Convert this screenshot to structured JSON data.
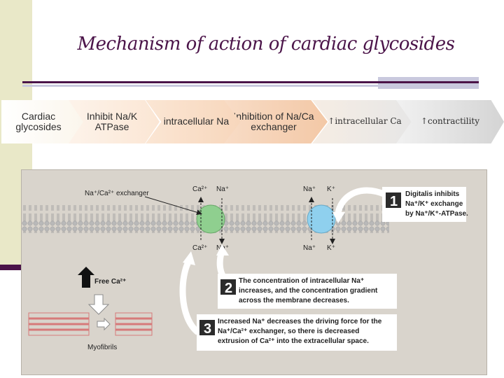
{
  "slide": {
    "title": "Mechanism of action of cardiac glycosides"
  },
  "flow": [
    {
      "label": "Cardiac glycosides"
    },
    {
      "label": "Inhibit Na/K ATPase"
    },
    {
      "label": "↑ intracellular Na"
    },
    {
      "label": "Inhibition of Na/Ca exchanger"
    },
    {
      "label": "↑intracellular Ca"
    },
    {
      "label": "↑contractility"
    }
  ],
  "figure": {
    "exchanger_label": "Na⁺/Ca²⁺ exchanger",
    "top_ions": {
      "ca": "Ca²⁺",
      "na1": "Na⁺",
      "na2": "Na⁺",
      "k": "K⁺"
    },
    "bottom_ions": {
      "ca": "Ca²⁺",
      "na1": "Na⁺",
      "na2": "Na⁺",
      "k": "K⁺"
    },
    "free_ca": "Free Ca²⁺",
    "myofibrils": "Myofibrils",
    "steps": [
      {
        "number": "1",
        "lines": [
          "Digitalis inhibits",
          "Na⁺/K⁺ exchange",
          "by Na⁺/K⁺-ATPase."
        ]
      },
      {
        "number": "2",
        "lines": [
          "The concentration of intracellular Na⁺",
          "increases, and the concentration gradient",
          "across the membrane decreases."
        ]
      },
      {
        "number": "3",
        "lines": [
          "Increased Na⁺ decreases the driving force for the",
          "Na⁺/Ca²⁺ exchanger, so there is decreased",
          "extrusion of Ca²⁺ into the extracellular space."
        ]
      }
    ],
    "colors": {
      "exchanger": "#8fcf8f",
      "pump": "#8fd0ee",
      "background": "#d9d4cc",
      "step_badge": "#2b2b2b"
    }
  }
}
